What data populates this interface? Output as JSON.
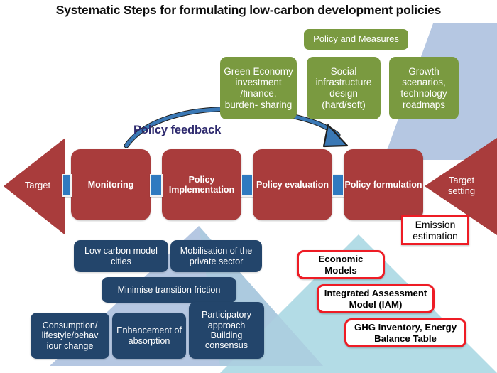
{
  "title": "Systematic Steps for formulating low-carbon development policies",
  "colors": {
    "green": "#7a9a40",
    "red": "#a93c3c",
    "navy": "#23456b",
    "outline_red": "#ee1c25",
    "connector_blue": "#2f7ac0",
    "bg_blue_top": "#b5c7e2",
    "bg_blue_left": "#b5c7e2",
    "bg_blue_right": "#b3dce6",
    "feedback_text": "#2e2a6e"
  },
  "policy_measures": {
    "header": "Policy and Measures",
    "items": [
      "Green Economy investment /finance, burden- sharing",
      "Social infrastructure design (hard/soft)",
      "Growth scenarios, technology roadmaps"
    ]
  },
  "process": {
    "left_arrow_label": "Target",
    "right_arrow_label": "Target setting",
    "feedback_label": "Policy feedback",
    "steps": [
      "Monitoring",
      "Policy Implementation",
      "Policy evaluation",
      "Policy formulation"
    ]
  },
  "implementation_measures": [
    "Low carbon model cities",
    "Mobilisation of the private sector",
    "Minimise transition friction",
    "Consumption/ lifestyle/behav iour change",
    "Enhancement of absorption",
    "Participatory approach Building consensus"
  ],
  "analysis_tools": [
    "Emission estimation",
    "Economic Models",
    "Integrated Assessment Model (IAM)",
    "GHG Inventory, Energy Balance Table"
  ]
}
